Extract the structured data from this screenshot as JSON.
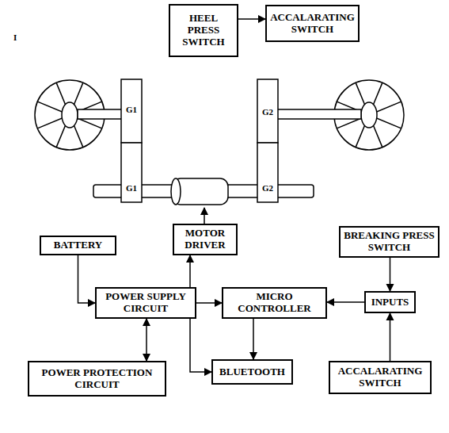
{
  "diagram": {
    "nodes": [
      {
        "text": [
          "HEEL PRESS SWITCH"
        ]
      },
      {
        "text": [
          "ACCALARATING SWITCH"
        ]
      },
      {
        "text": [
          "MOTOR DRIVER"
        ]
      },
      {
        "text": [
          "BATTERY"
        ]
      },
      {
        "text": [
          "POWER SUPPLY CIRCUIT"
        ]
      },
      {
        "text": [
          "MICRO CONTROLLER"
        ]
      },
      {
        "text": [
          "INPUTS"
        ]
      },
      {
        "text": [
          "BREAKING PRESS SWITCH"
        ]
      },
      {
        "text": [
          "POWER PROTECTION CIRCUIT"
        ]
      },
      {
        "text": [
          "BLUETOOTH"
        ]
      },
      {
        "text": [
          "ACCALARATING SWITCH"
        ]
      }
    ],
    "edges": [
      {
        "from": 0,
        "to": 1,
        "arrow": "to"
      },
      {
        "from": 3,
        "to": 4,
        "arrow": "to"
      },
      {
        "from": 4,
        "to": 2,
        "arrow": "to"
      },
      {
        "from": 4,
        "to": 5,
        "arrow": "to"
      },
      {
        "from": 4,
        "to": 8,
        "arrow": "both"
      },
      {
        "from": 4,
        "to": 9,
        "arrow": "to"
      },
      {
        "from": 5,
        "to": 9,
        "arrow": "to"
      },
      {
        "from": 6,
        "to": 5,
        "arrow": "to"
      },
      {
        "from": 7,
        "to": 6,
        "arrow": "to"
      },
      {
        "from": 10,
        "to": 6,
        "arrow": "to"
      }
    ],
    "labels": [
      "I",
      "G1",
      "G1",
      "G2",
      "G2"
    ]
  }
}
